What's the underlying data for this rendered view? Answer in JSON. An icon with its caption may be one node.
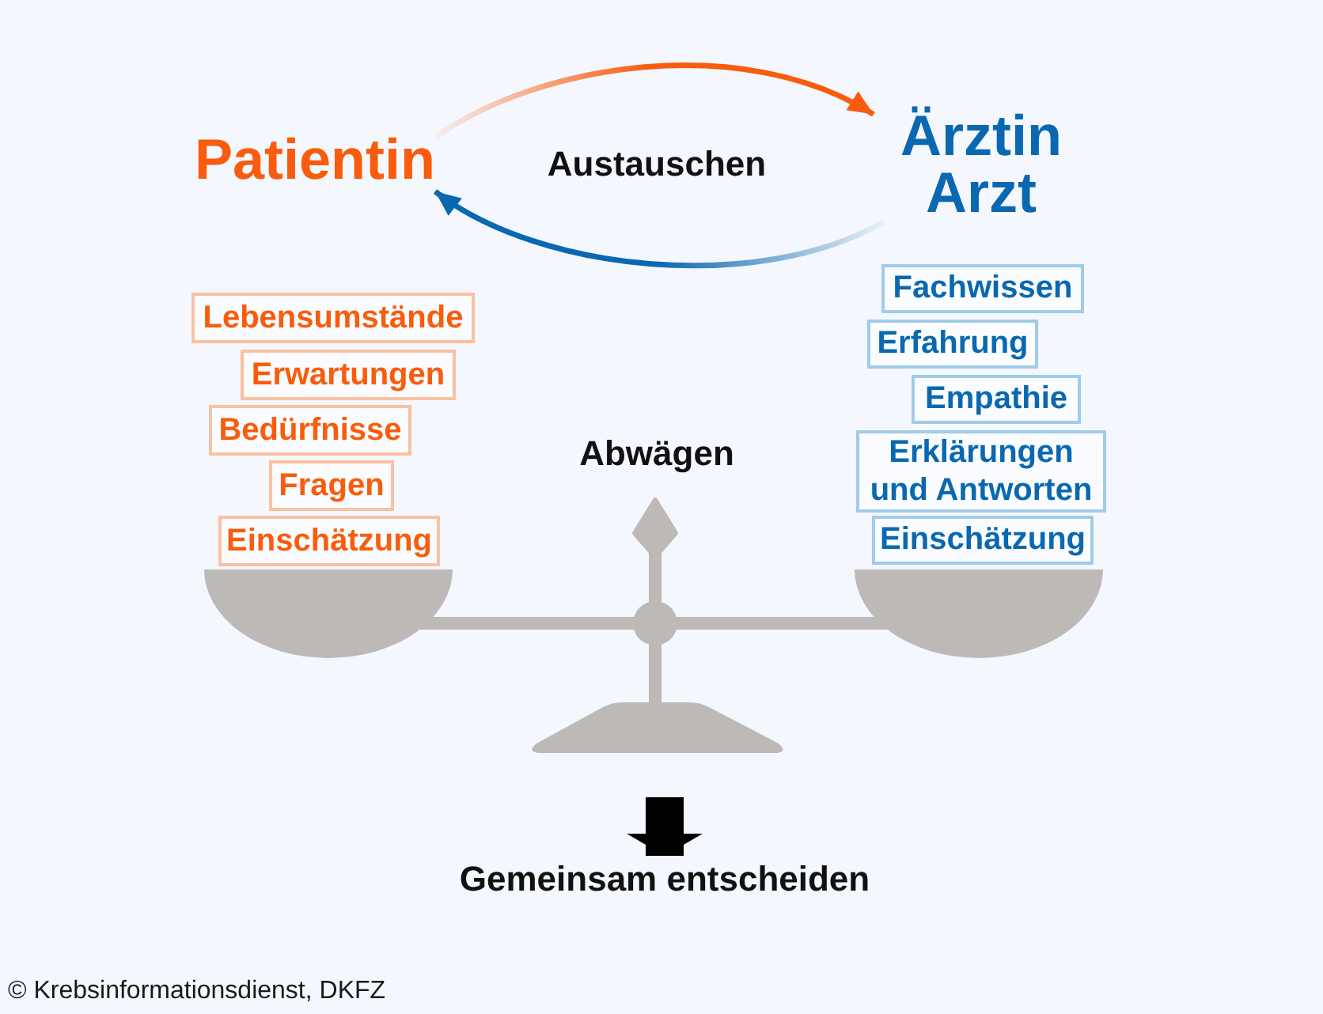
{
  "diagram": {
    "caption": "© Krebsinformationsdienst, DKFZ",
    "nodes": [
      {
        "text": [
          "Patientin"
        ]
      },
      {
        "text": [
          "Ärztin Arzt"
        ]
      },
      {
        "text": [
          "Lebensumstände"
        ]
      },
      {
        "text": [
          "Erwartungen"
        ]
      },
      {
        "text": [
          "Bedürfnisse"
        ]
      },
      {
        "text": [
          "Fragen"
        ]
      },
      {
        "text": [
          "Einschätzung"
        ]
      },
      {
        "text": [
          "Fachwissen"
        ]
      },
      {
        "text": [
          "Erfahrung"
        ]
      },
      {
        "text": [
          "Empathie"
        ]
      },
      {
        "text": [
          "Erklärungen und Antworten"
        ]
      },
      {
        "text": [
          "Einschätzung"
        ]
      },
      {
        "text": [
          "Gemeinsam entscheiden"
        ]
      }
    ],
    "edges": [
      {
        "from": 0,
        "to": 1,
        "arrow": "to",
        "color": "#f85c0c"
      },
      {
        "from": 1,
        "to": 0,
        "arrow": "to",
        "color": "#0a68b0"
      },
      {
        "from": null,
        "to": 12,
        "arrow": "to",
        "color": "#000000"
      }
    ],
    "labels": [
      "Austauschen",
      "Abwägen"
    ]
  }
}
